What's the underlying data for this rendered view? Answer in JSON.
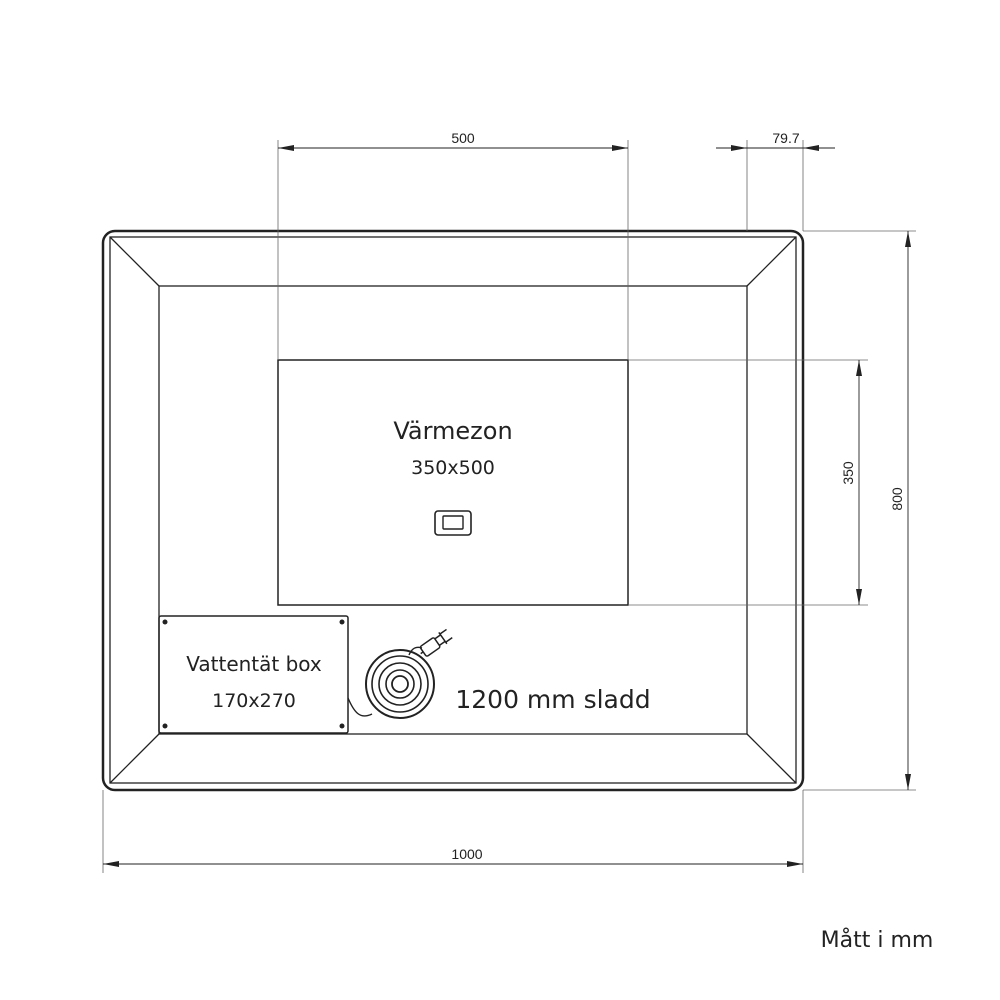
{
  "dimensions": {
    "width_top": "500",
    "offset_top_right": "79.7",
    "height_right_inner": "350",
    "height_right_outer": "800",
    "width_bottom": "1000"
  },
  "heat_zone": {
    "title": "Värmezon",
    "size": "350x500"
  },
  "waterproof_box": {
    "title": "Vattentät box",
    "size": "170x270"
  },
  "cable": {
    "label": "1200 mm sladd"
  },
  "units_note": "Mått i mm",
  "icons": [
    "switch-icon",
    "plug-icon",
    "cable-coil-icon"
  ]
}
